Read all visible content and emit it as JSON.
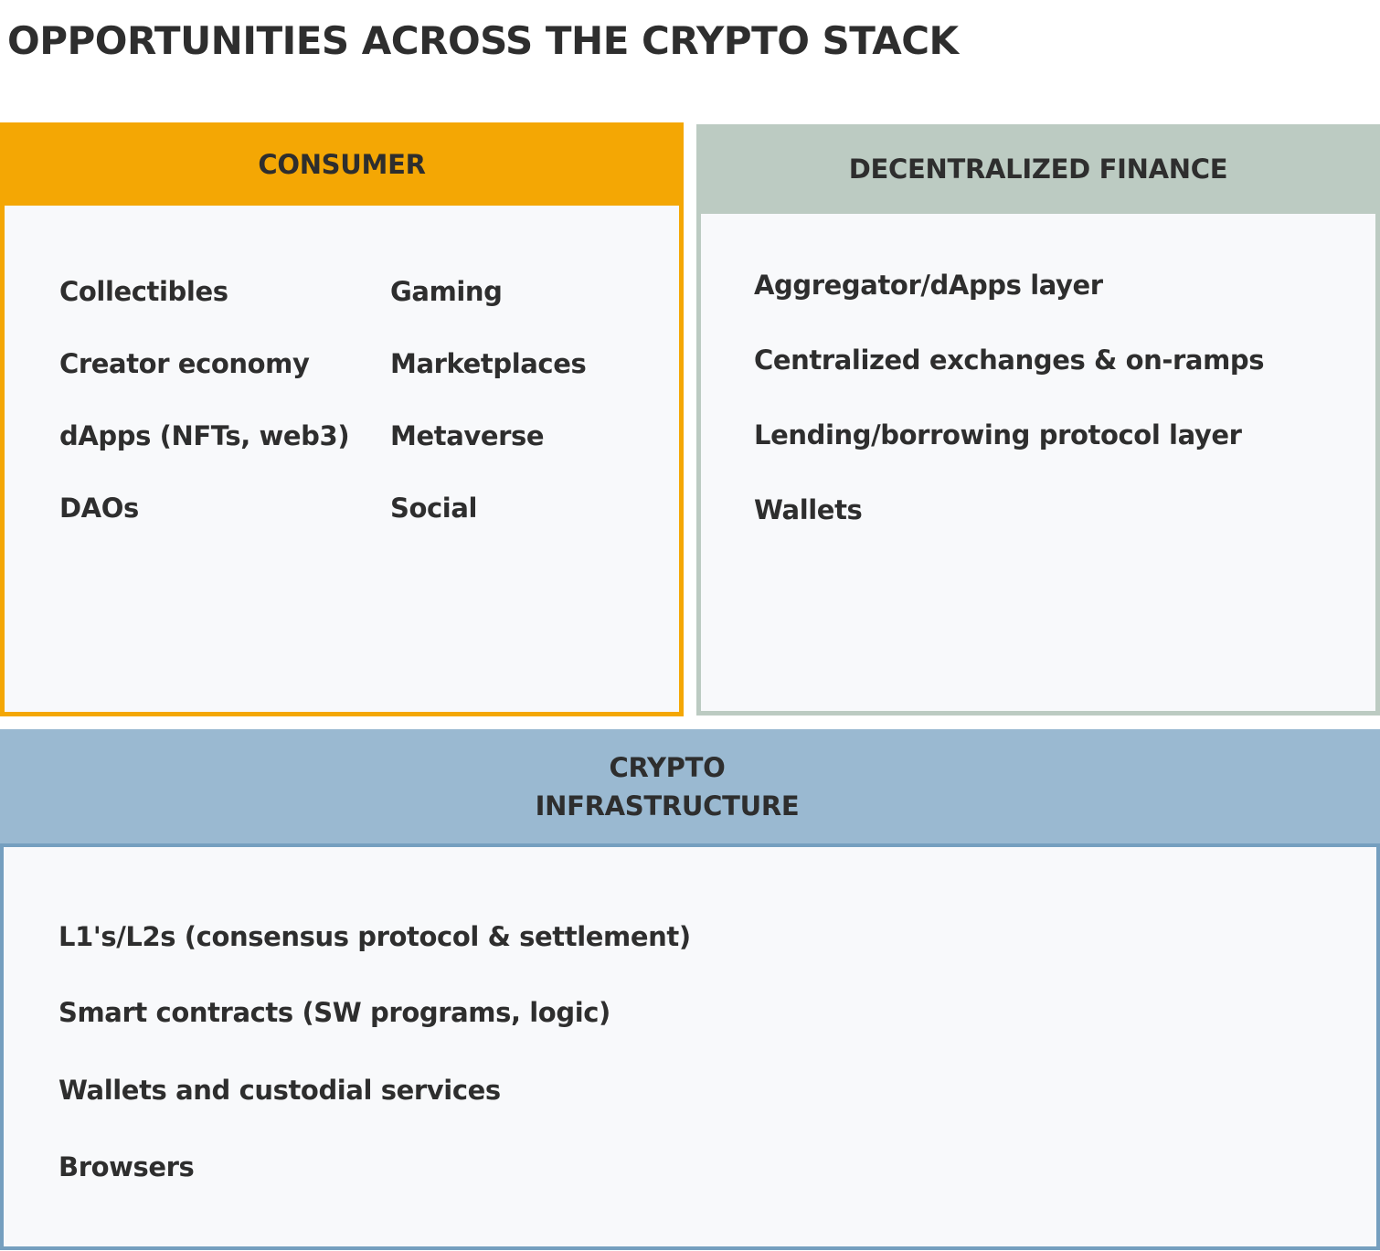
{
  "title": "OPPORTUNITIES ACROSS THE CRYPTO STACK",
  "colors": {
    "consumer": "#f4a704",
    "defi": "#bccbc2",
    "infrastructure": "#9ab9d1",
    "infrastructure_border": "#759fbf"
  },
  "consumer": {
    "heading": "CONSUMER",
    "column1": [
      "Collectibles",
      "Creator economy",
      "dApps (NFTs, web3)",
      "DAOs"
    ],
    "column2": [
      "Gaming",
      "Marketplaces",
      "Metaverse",
      "Social"
    ]
  },
  "defi": {
    "heading": "DECENTRALIZED FINANCE",
    "items": [
      "Aggregator/dApps layer",
      "Centralized exchanges & on-ramps",
      "Lending/borrowing protocol layer",
      "Wallets"
    ]
  },
  "infrastructure": {
    "heading_line1": "CRYPTO",
    "heading_line2": "INFRASTRUCTURE",
    "items": [
      "L1's/L2s (consensus protocol & settlement)",
      "Smart contracts (SW programs, logic)",
      "Wallets and custodial services",
      "Browsers"
    ]
  }
}
